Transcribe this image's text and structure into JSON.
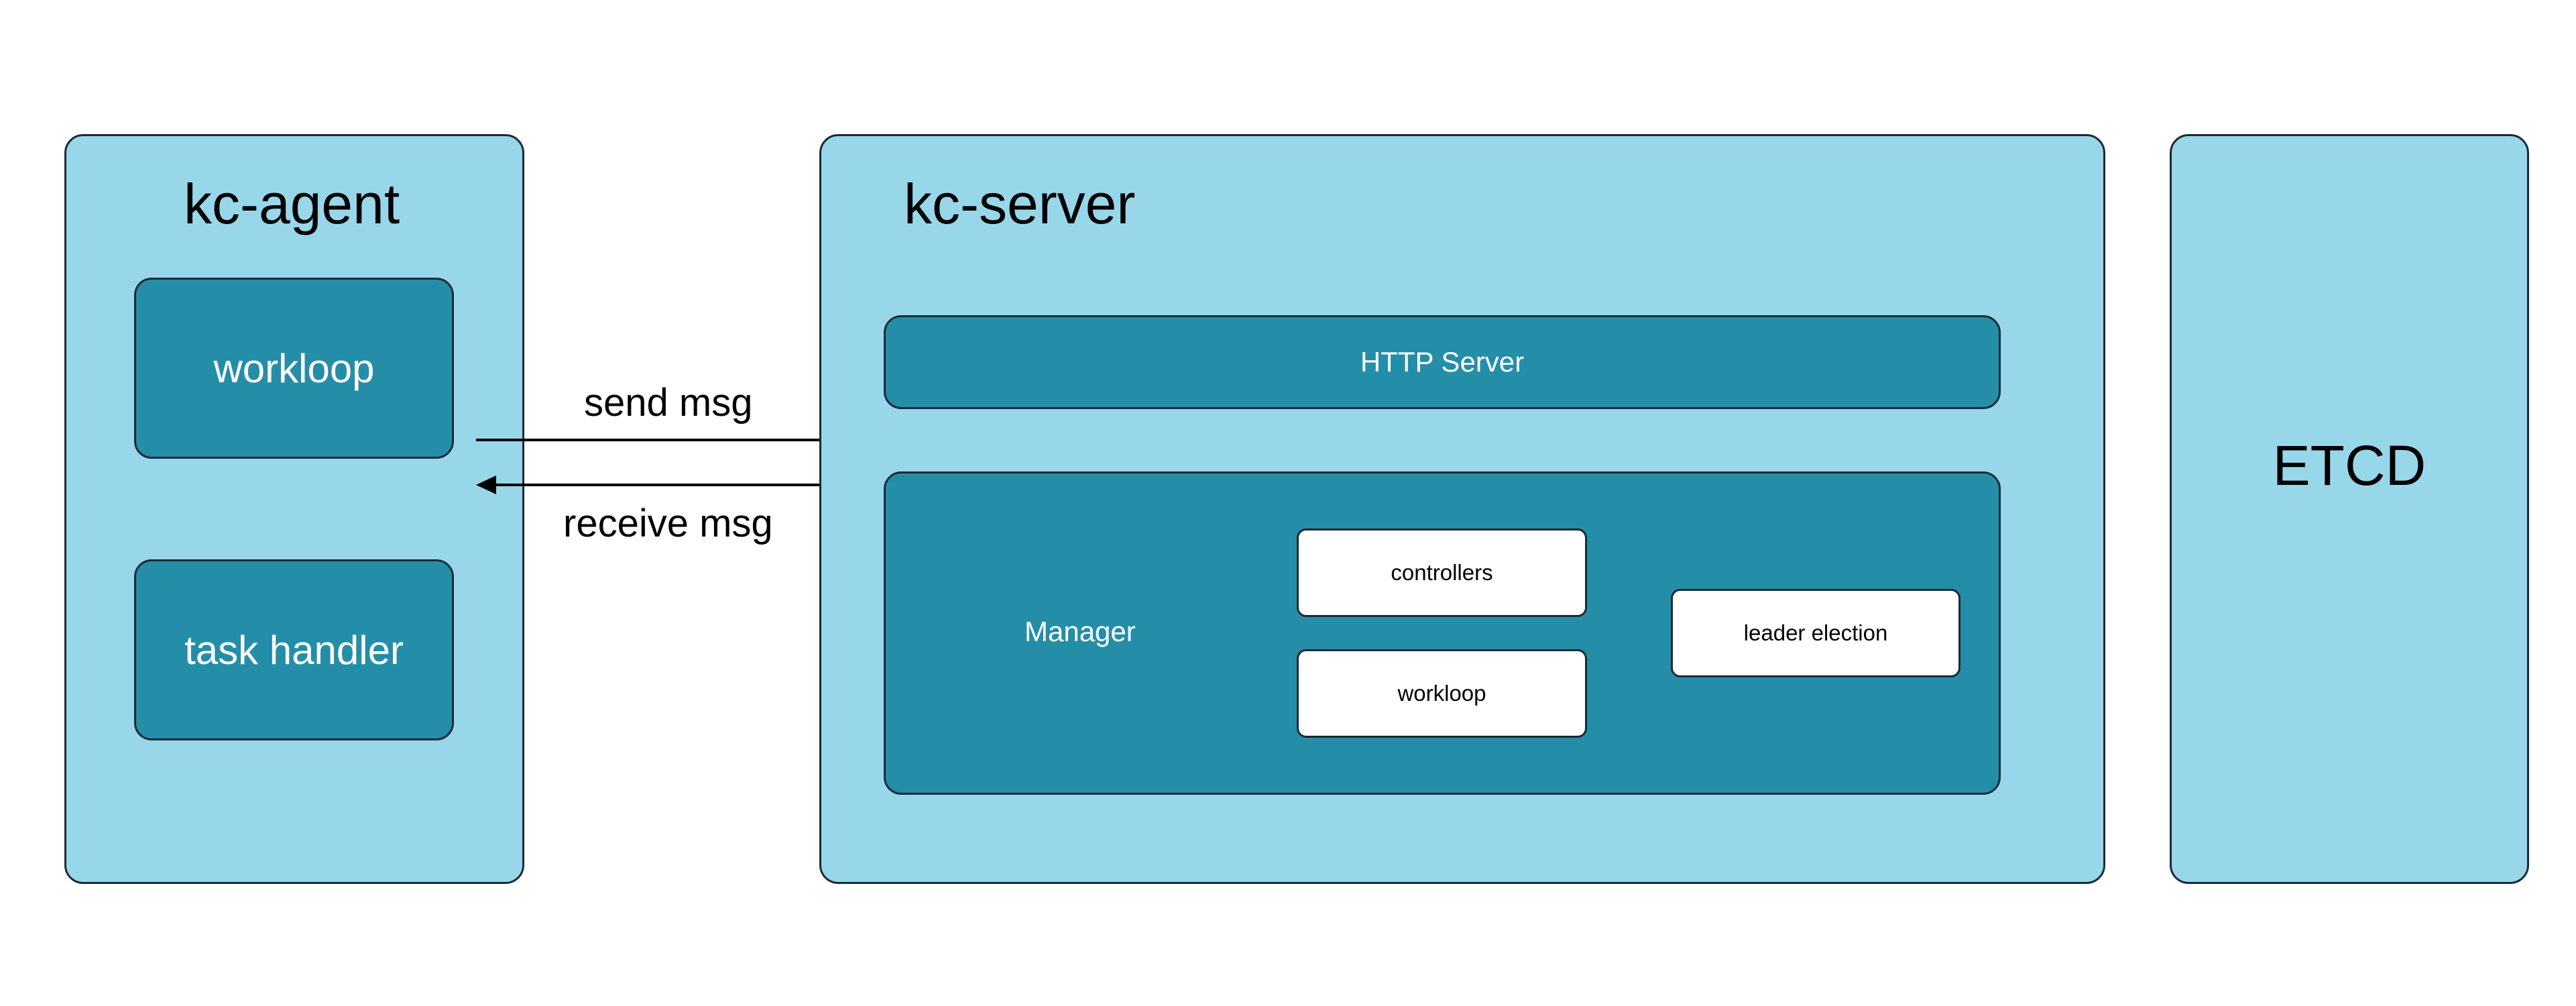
{
  "agent": {
    "title": "kc-agent",
    "workloop_label": "workloop",
    "task_handler_label": "task handler"
  },
  "server": {
    "title": "kc-server",
    "http_server_label": "HTTP Server",
    "manager": {
      "label": "Manager",
      "controllers_label": "controllers",
      "workloop_label": "workloop",
      "leader_election_label": "leader election"
    }
  },
  "etcd": {
    "label": "ETCD"
  },
  "connections": {
    "send_label": "send msg",
    "receive_label": "receive msg"
  },
  "colors": {
    "panel": "#97d7e9",
    "component": "#248ea9",
    "subcomponent": "#ffffff"
  }
}
